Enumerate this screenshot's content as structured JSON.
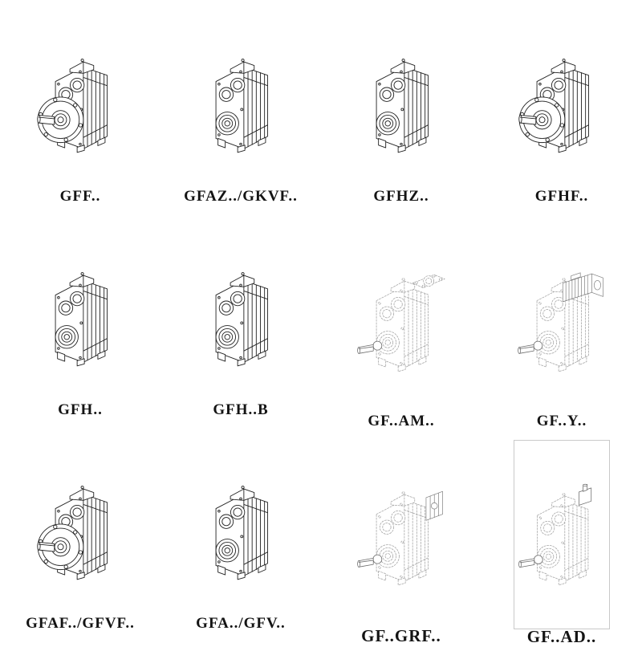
{
  "colors": {
    "line": "#222222",
    "dashed_line": "#a4a4a4",
    "background": "#ffffff"
  },
  "catalog": {
    "cells": [
      {
        "label": "GFF..",
        "variant": "flange-mounted, solid line drawing"
      },
      {
        "label": "GFAZ../GKVF..",
        "variant": "shaft-mounted, solid line drawing"
      },
      {
        "label": "GFHZ..",
        "variant": "shaft-mounted, solid line drawing"
      },
      {
        "label": "GFHF..",
        "variant": "flange-mounted, solid line drawing"
      },
      {
        "label": "GFH..",
        "variant": "shaft-mounted, solid line drawing"
      },
      {
        "label": "GFH..B",
        "variant": "shaft-mounted, solid line drawing"
      },
      {
        "label": "GF..AM..",
        "variant": "dashed drawing with motor adapter flange"
      },
      {
        "label": "GF..Y..",
        "variant": "dashed drawing with mounted motor"
      },
      {
        "label": "GFAF../GFVF..",
        "variant": "flange-mounted, solid line drawing"
      },
      {
        "label": "GFA../GFV..",
        "variant": "shaft-mounted, solid line drawing"
      },
      {
        "label": "GF..GRF..",
        "variant": "dashed drawing with input adapter block"
      },
      {
        "label": "GF..AD..",
        "variant": "dashed drawing with top input shaft"
      }
    ]
  }
}
